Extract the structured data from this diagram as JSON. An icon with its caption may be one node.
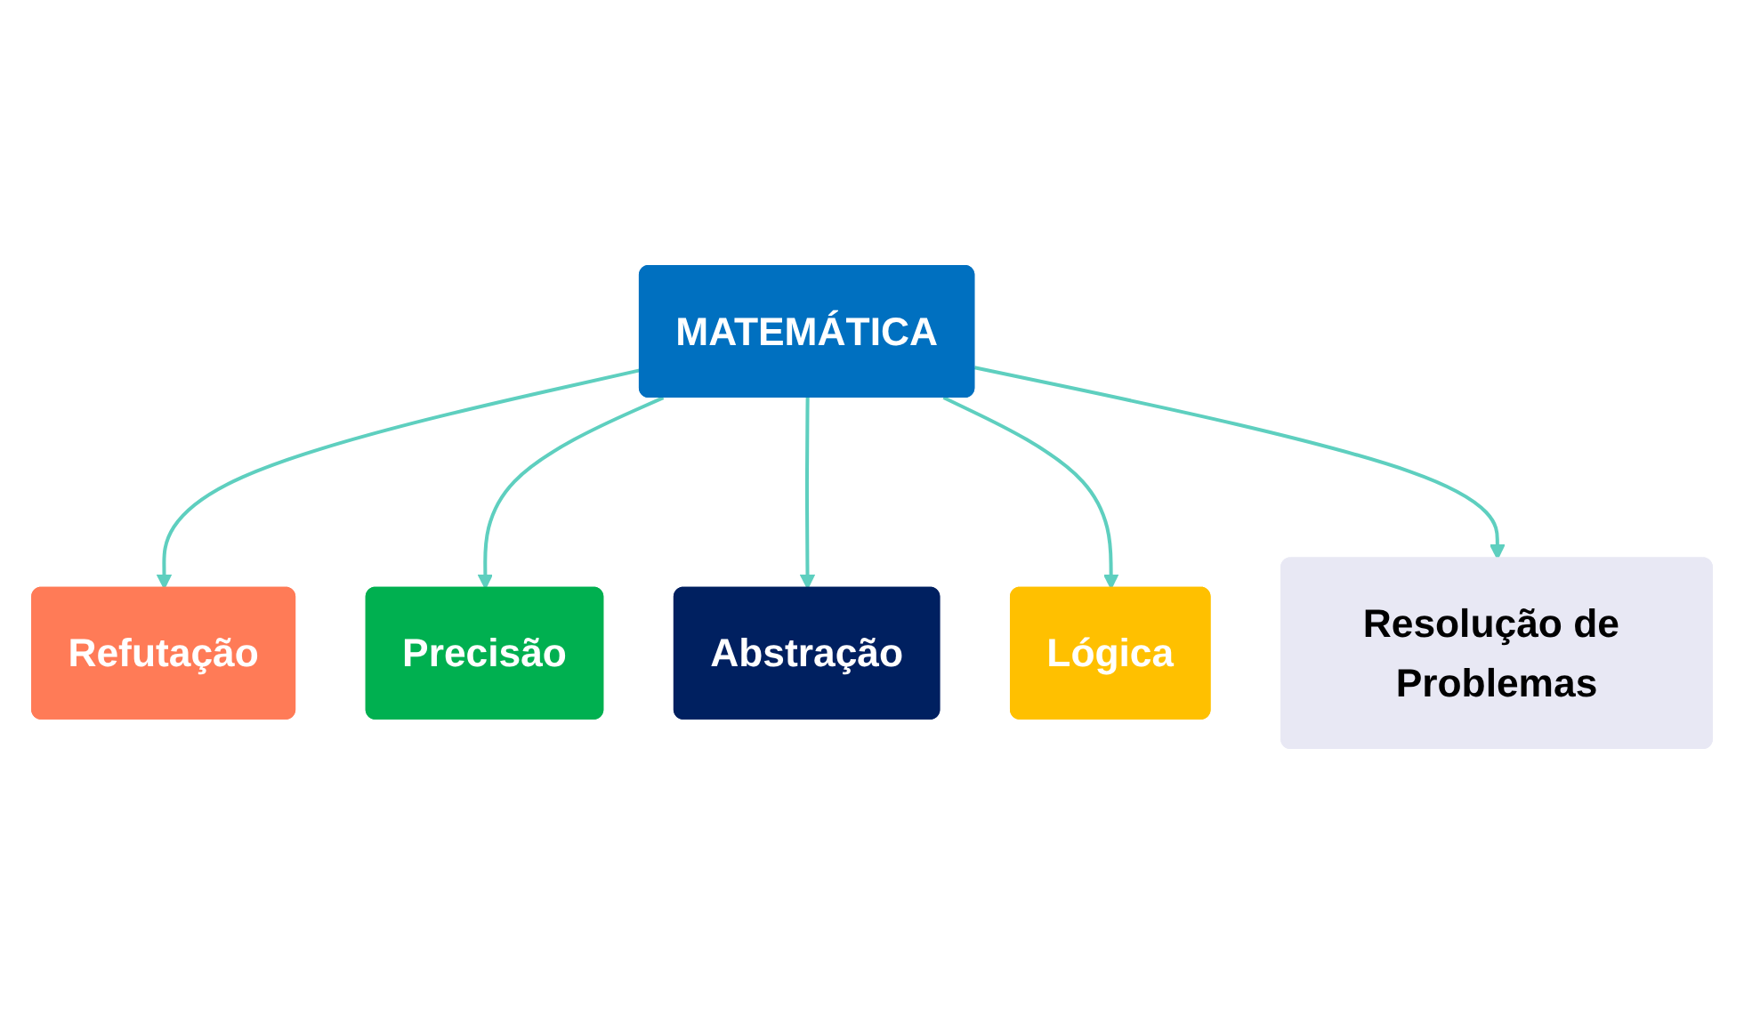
{
  "diagram": {
    "nodes": [
      {
        "text": [
          "Refutação"
        ]
      },
      {
        "text": [
          "Resolução de Problemas"
        ]
      },
      {
        "text": [
          "Precisão"
        ]
      },
      {
        "text": [
          "MATEMÁTICA"
        ]
      },
      {
        "text": [
          "Lógica"
        ]
      },
      {
        "text": [
          "Abstração"
        ]
      }
    ],
    "edges": [
      {
        "from": 3,
        "to": 0,
        "arrow": "to"
      },
      {
        "from": 3,
        "to": 2,
        "arrow": "to"
      },
      {
        "from": 3,
        "to": 5,
        "arrow": "to"
      },
      {
        "from": 3,
        "to": 4,
        "arrow": "to"
      },
      {
        "from": 3,
        "to": 1,
        "arrow": "to"
      }
    ]
  }
}
